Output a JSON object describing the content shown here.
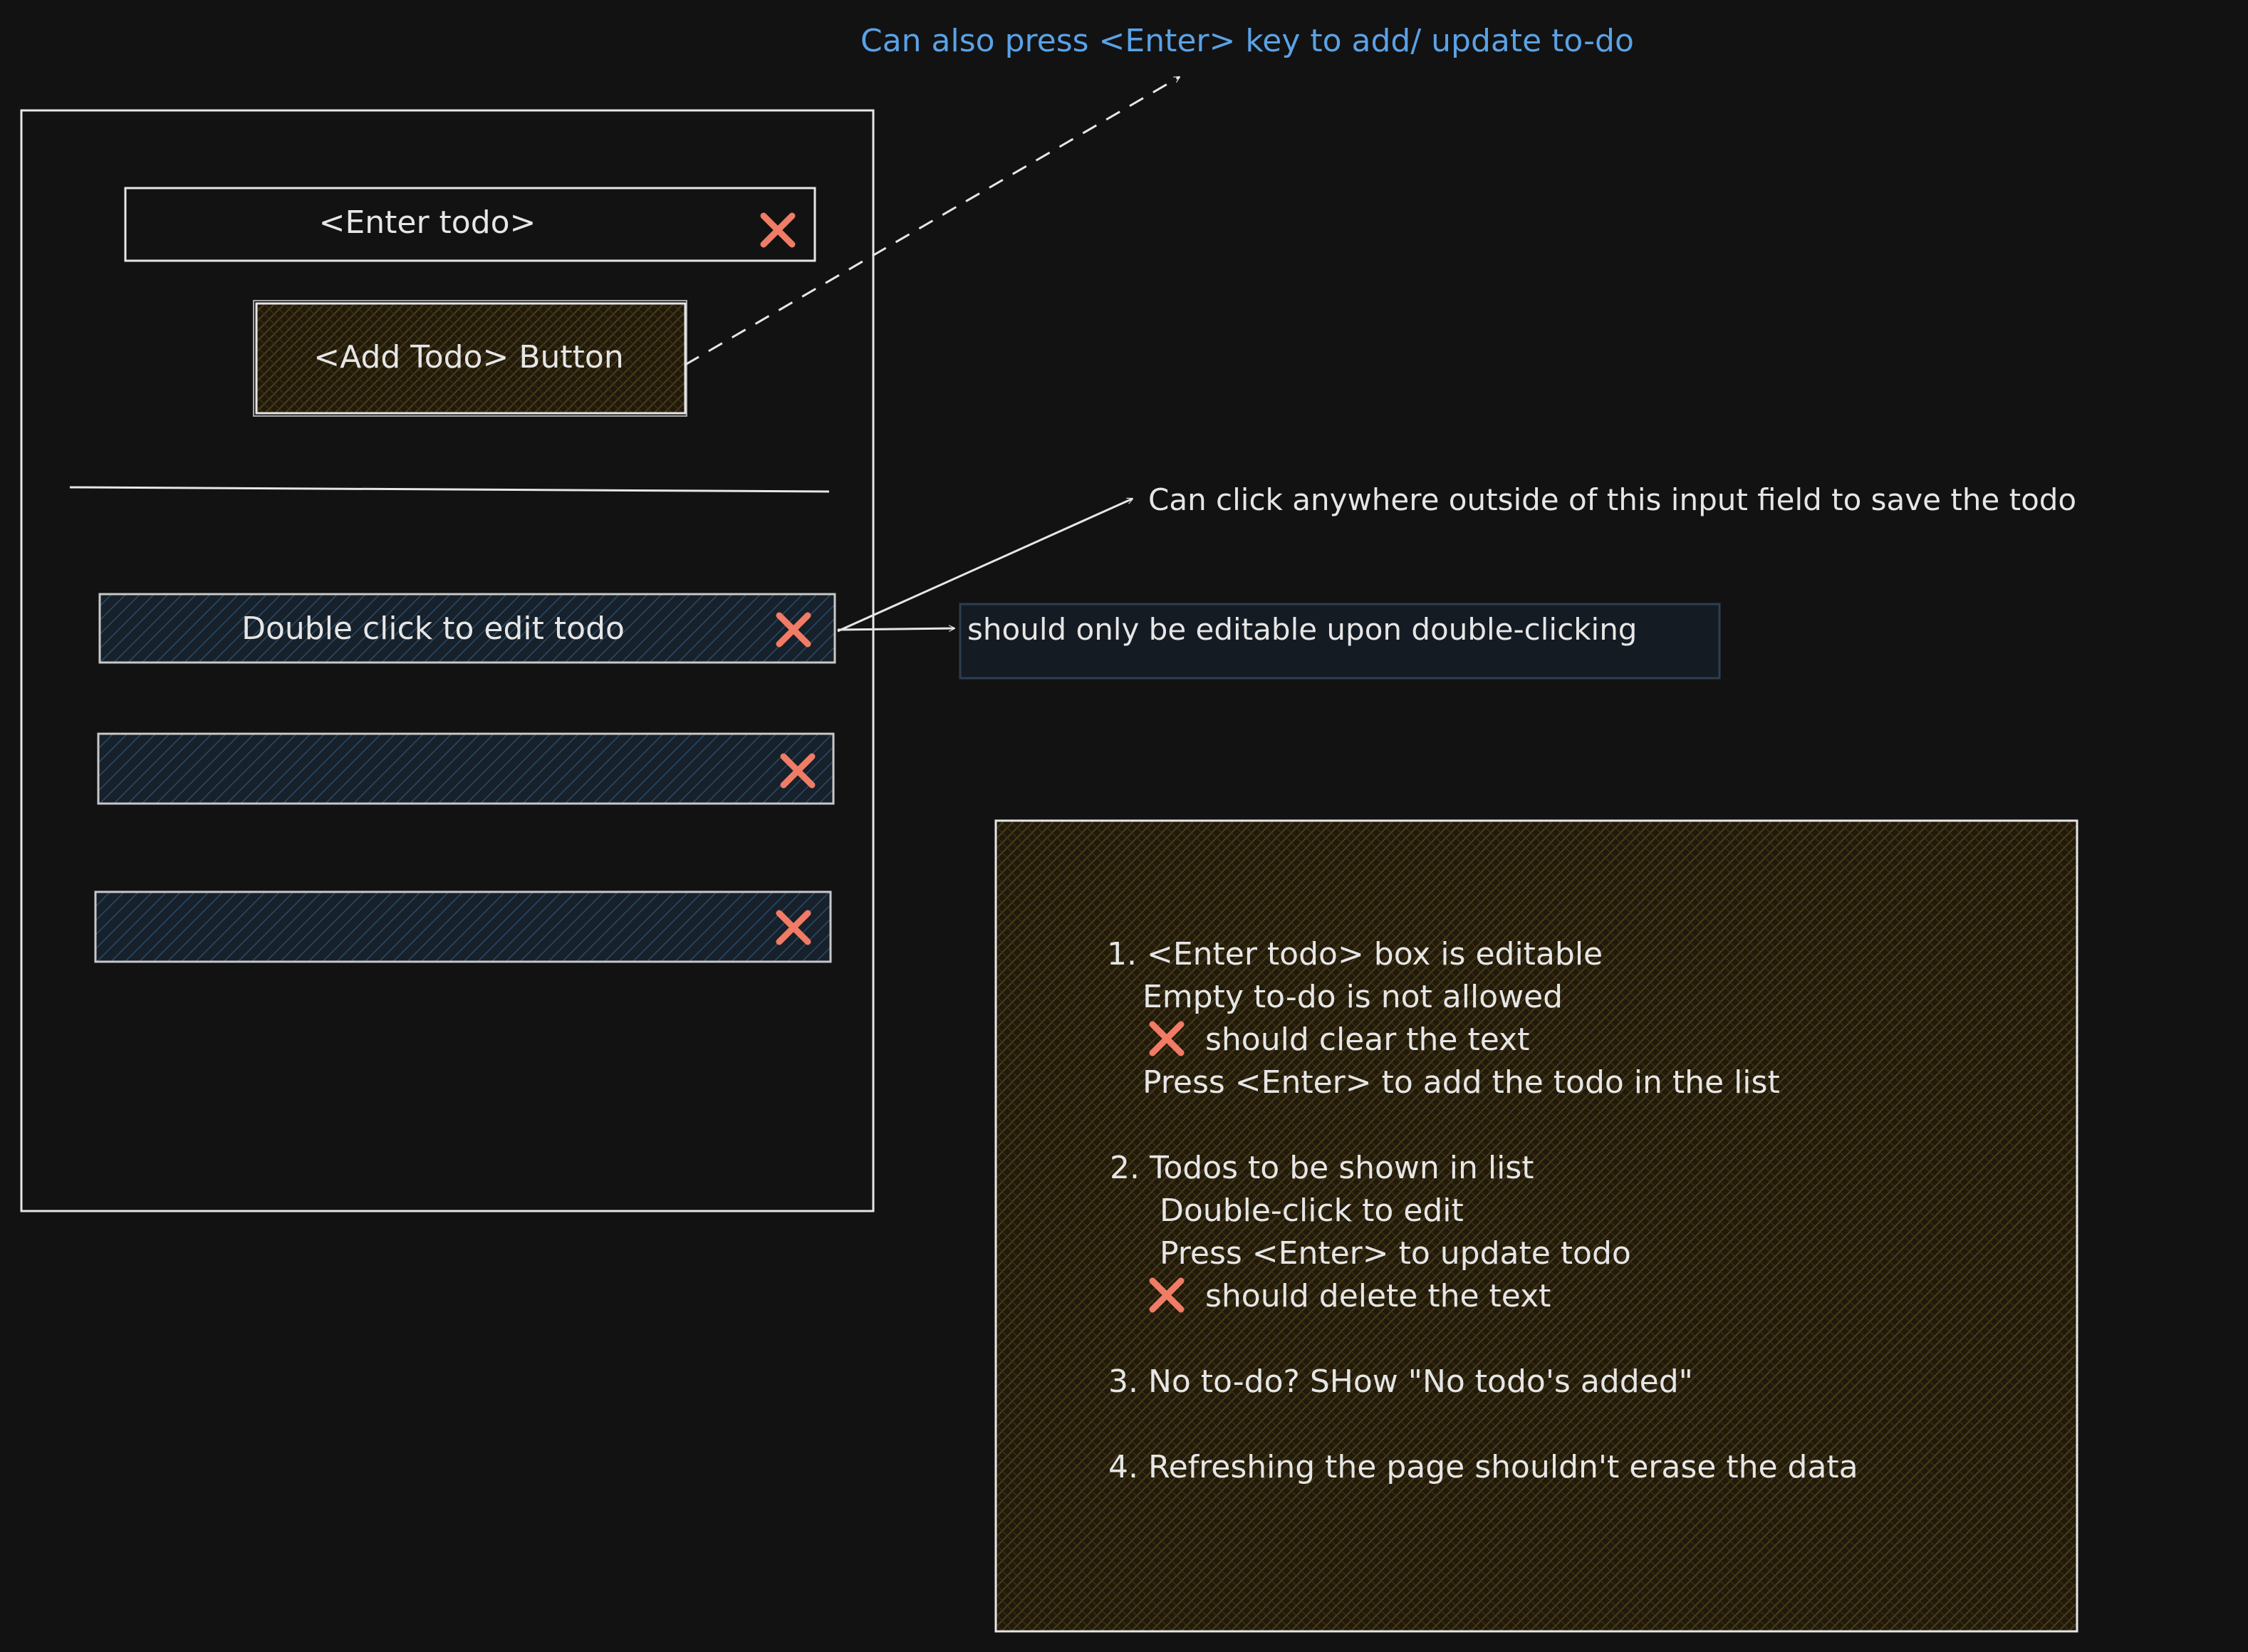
{
  "wireframe": {
    "input_placeholder": "<Enter todo>",
    "add_button_label": "<Add Todo> Button",
    "todo_items": [
      {
        "text": "Double click to edit todo"
      },
      {
        "text": ""
      },
      {
        "text": ""
      }
    ]
  },
  "annotations": {
    "enter_key_note": "Can also press <Enter> key to add/ update to-do",
    "click_outside_note": "Can click anywhere outside of this input field to save the todo",
    "editable_note": "should only be editable upon double-clicking"
  },
  "requirements": {
    "lines": [
      "1. <Enter todo> box is editable",
      "Empty to-do is not allowed",
      "should clear the text",
      "Press <Enter> to add the todo in the list",
      "2. Todos to be shown in list",
      "Double-click to edit",
      "Press <Enter> to update todo",
      "should delete the text",
      "3. No to-do? SHow \"No todo's added\"",
      "4. Refreshing the page shouldn't erase the data"
    ]
  },
  "colors": {
    "background": "#121212",
    "stroke": "#e6e6e6",
    "annotation_blue": "#5aa2e6",
    "delete_x": "#f07c66",
    "todo_fill": "#1b2733",
    "brown_fill": "#2a2210"
  },
  "icons": {
    "delete": "close-icon"
  }
}
